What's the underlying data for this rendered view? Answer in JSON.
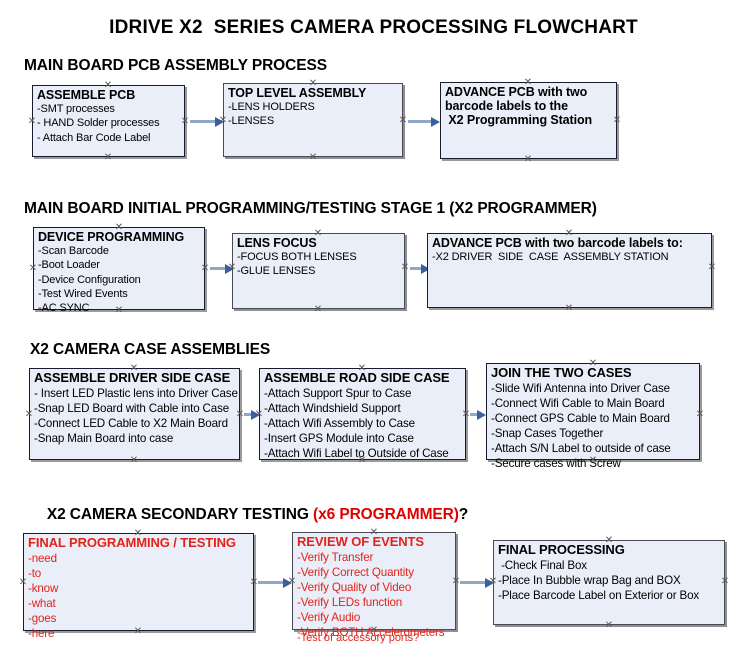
{
  "title": "IDRIVE X2  SERIES CAMERA PROCESSING FLOWCHART",
  "colors": {
    "box_fill": "#e9eef8",
    "box_border": "#1a1a2e",
    "arrow_line": "#8fa8c8",
    "arrow_head": "#3a5f9f",
    "red_text": "#e2231a",
    "header_red": "#e00000"
  },
  "sections": [
    {
      "heading": "MAIN BOARD PCB ASSEMBLY PROCESS",
      "heading_red": "",
      "heading_suffix": "",
      "boxes": [
        {
          "title": "ASSEMBLE PCB",
          "lines": [
            "-SMT processes",
            "- HAND Solder processes",
            "- Attach Bar Code Label"
          ]
        },
        {
          "title": "TOP LEVEL ASSEMBLY",
          "lines": [
            "-LENS HOLDERS",
            "-LENSES"
          ]
        },
        {
          "title": "ADVANCE PCB with two",
          "lines": [
            "barcode labels to the",
            " X2 Programming Station"
          ]
        }
      ]
    },
    {
      "heading": "MAIN BOARD INITIAL PROGRAMMING/TESTING STAGE 1 (X2 PROGRAMMER)",
      "heading_red": "",
      "heading_suffix": "",
      "boxes": [
        {
          "title": "DEVICE PROGRAMMING",
          "lines": [
            "-Scan Barcode",
            "-Boot Loader",
            "-Device Configuration",
            "-Test Wired Events",
            "-AC SYNC"
          ]
        },
        {
          "title": "LENS FOCUS",
          "lines": [
            "-FOCUS BOTH LENSES",
            "-GLUE LENSES"
          ]
        },
        {
          "title": "ADVANCE PCB with two barcode labels to:",
          "lines": [
            "-X2 DRIVER  SIDE  CASE  ASSEMBLY STATION"
          ]
        }
      ]
    },
    {
      "heading": "X2 CAMERA CASE ASSEMBLIES",
      "heading_red": "",
      "heading_suffix": "",
      "boxes": [
        {
          "title": "ASSEMBLE DRIVER SIDE CASE",
          "lines": [
            "- Insert LED Plastic lens into Driver Case",
            "-Snap LED Board with Cable into Case",
            "-Connect LED Cable to X2 Main Board",
            "-Snap Main Board into case"
          ]
        },
        {
          "title": "ASSEMBLE ROAD SIDE CASE",
          "lines": [
            "-Attach Support Spur to Case",
            "-Attach Windshield Support",
            "-Attach Wifi Assembly to Case",
            "-Insert GPS Module into Case",
            "-Attach Wifi Label to Outside of Case"
          ]
        },
        {
          "title": "JOIN THE TWO CASES",
          "lines": [
            "-Slide Wifi Antenna into Driver Case",
            "-Connect Wifi Cable to Main Board",
            "-Connect GPS Cable to Main Board",
            "-Snap Cases Together",
            "-Attach S/N Label to outside of case",
            "-Secure cases with Screw"
          ]
        }
      ]
    },
    {
      "heading": "X2 CAMERA SECONDARY TESTING ",
      "heading_red": "(x6 PROGRAMMER)",
      "heading_suffix": "?",
      "boxes": [
        {
          "title": "FINAL PROGRAMMING / TESTING",
          "lines": [
            "-need",
            "-to",
            "-know",
            "-what",
            "-goes",
            "-here"
          ]
        },
        {
          "title": "REVIEW OF EVENTS",
          "lines": [
            "-Verify Transfer",
            "-Verify Correct Quantity",
            "-Verify Quality of Video",
            "-Verify LEDs function",
            "-Verify Audio",
            "-Verify BOTH Accelerometers"
          ],
          "overflow_line": "-Test of accessory ports?"
        },
        {
          "title": "FINAL PROCESSING",
          "lines": [
            " -Check Final Box",
            "-Place In Bubble wrap Bag and BOX",
            "-Place Barcode Label on Exterior or Box"
          ]
        }
      ]
    }
  ]
}
